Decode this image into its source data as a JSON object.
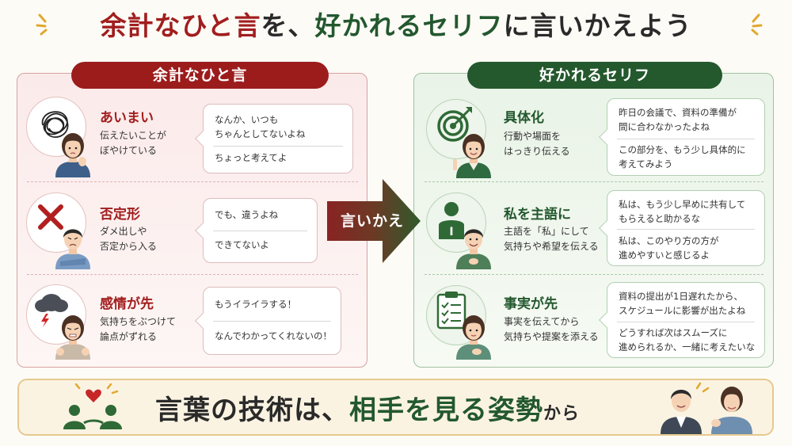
{
  "title": {
    "part1": "余計なひと言",
    "part2": "を、",
    "part3": "好かれるセリフ",
    "part4": "に言いかえよう"
  },
  "left_panel": {
    "label": "余計なひと言",
    "rows": [
      {
        "icon": "tangled-scribble-icon",
        "title": "あいまい",
        "desc": [
          "伝えたいことが",
          "ぼやけている"
        ],
        "phrases": [
          [
            "なんか、いつも",
            "ちゃんとしてないよね"
          ],
          [
            "ちょっと考えてよ"
          ]
        ]
      },
      {
        "icon": "cross-mark-icon",
        "title": "否定形",
        "desc": [
          "ダメ出しや",
          "否定から入る"
        ],
        "phrases": [
          [
            "でも、違うよね"
          ],
          [
            "できてないよ"
          ]
        ]
      },
      {
        "icon": "storm-cloud-icon",
        "title": "感情が先",
        "desc": [
          "気持ちをぶつけて",
          "論点がずれる"
        ],
        "phrases": [
          [
            "もうイライラする！"
          ],
          [
            "なんでわかってくれないの！"
          ]
        ]
      }
    ]
  },
  "arrow": {
    "label": "言いかえ",
    "color": "#8a2323"
  },
  "right_panel": {
    "label": "好かれるセリフ",
    "rows": [
      {
        "icon": "target-icon",
        "title": "具体化",
        "desc": [
          "行動や場面を",
          "はっきり伝える"
        ],
        "phrases": [
          [
            "昨日の会議で、資料の準備が",
            "間に合わなかったよね"
          ],
          [
            "この部分を、もう少し具体的に",
            "考えてみよう"
          ]
        ]
      },
      {
        "icon": "person-i-icon",
        "title": "私を主語に",
        "desc": [
          "主語を「私」にして",
          "気持ちや希望を伝える"
        ],
        "phrases": [
          [
            "私は、もう少し早めに共有して",
            "もらえると助かるな"
          ],
          [
            "私は、このやり方の方が",
            "進めやすいと感じるよ"
          ]
        ]
      },
      {
        "icon": "checklist-icon",
        "title": "事実が先",
        "desc": [
          "事実を伝えてから",
          "気持ちや提案を添える"
        ],
        "phrases": [
          [
            "資料の提出が1日遅れたから、",
            "スケジュールに影響が出たよね"
          ],
          [
            "どうすれば次はスムーズに",
            "進められるか、一緒に考えたいな"
          ]
        ]
      }
    ]
  },
  "bottom": {
    "part1": "言葉の技術は、",
    "part2": "相手を見る姿勢",
    "part3": "から"
  },
  "colors": {
    "red": "#9c1c1c",
    "green": "#24582d",
    "gold": "#e5c98f"
  }
}
